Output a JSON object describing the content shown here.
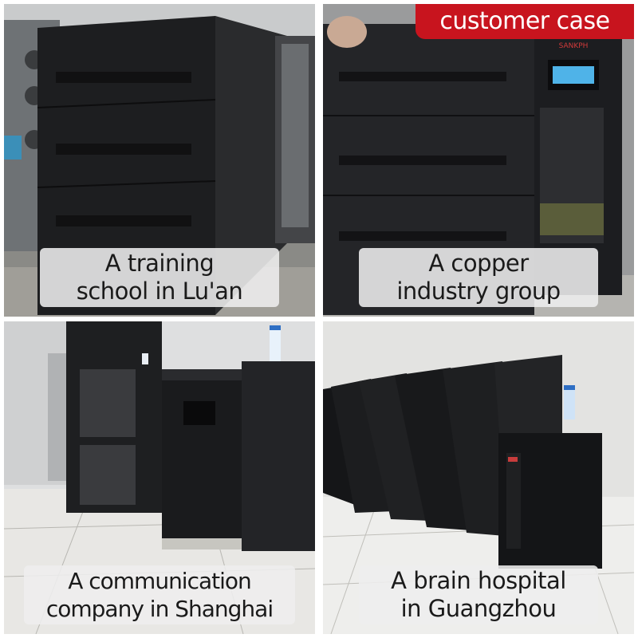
{
  "badge": {
    "label": "customer case",
    "color": "#c8141e"
  },
  "panels": [
    {
      "caption": "A training\nschool in Lu'an"
    },
    {
      "caption": "A copper\nindustry group",
      "screen_brand": "SANKPH"
    },
    {
      "caption": "A communication\ncompany in Shanghai"
    },
    {
      "caption": "A brain hospital\nin Guangzhou"
    }
  ]
}
